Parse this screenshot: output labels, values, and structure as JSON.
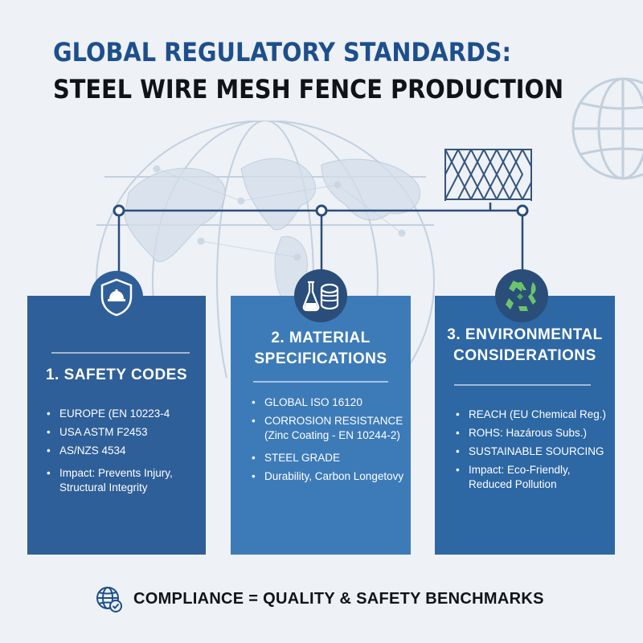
{
  "title": {
    "line1": "GLOBAL REGULATORY STANDARDS:",
    "line2": "STEEL WIRE MESH FENCE PRODUCTION"
  },
  "cards": [
    {
      "heading": "1. SAFETY CODES",
      "icon": "shield-hardhat-icon",
      "items": [
        "EUROPE (EN 10223-4",
        "USA  ASTM F2453",
        "AS/NZS 4534",
        "Impact: Prevents Injury, Structural Integrity"
      ]
    },
    {
      "heading_line1": "2. MATERIAL",
      "heading_line2": "SPECIFICATIONS",
      "icon": "flask-coil-icon",
      "items": [
        "GLOBAL ISO 16120",
        "CORROSION RESISTANCE (Zinc Coating - EN 10244-2)",
        "STEEL GRADE",
        "Durability, Carbon Longetovy"
      ]
    },
    {
      "heading_line1": "3. ENVIRONMENTAL",
      "heading_line2": "CONSIDERATIONS",
      "icon": "recycle-leaf-icon",
      "items": [
        "REACH (EU Chemical Reg.)",
        "ROHS: Hazárous Subs.)",
        "SUSTAINABLE SOURCING",
        "Impact: Eco-Friendly, Reduced Pollution"
      ]
    }
  ],
  "footer": {
    "text": "COMPLIANCE = QUALITY & SAFETY BENCHMARKS",
    "icon": "globe-check-icon"
  },
  "colors": {
    "title_blue": "#1d4f8c",
    "card_1": "#2f5f98",
    "card_2": "#3d7bb8",
    "card_3": "#2d67a4"
  }
}
